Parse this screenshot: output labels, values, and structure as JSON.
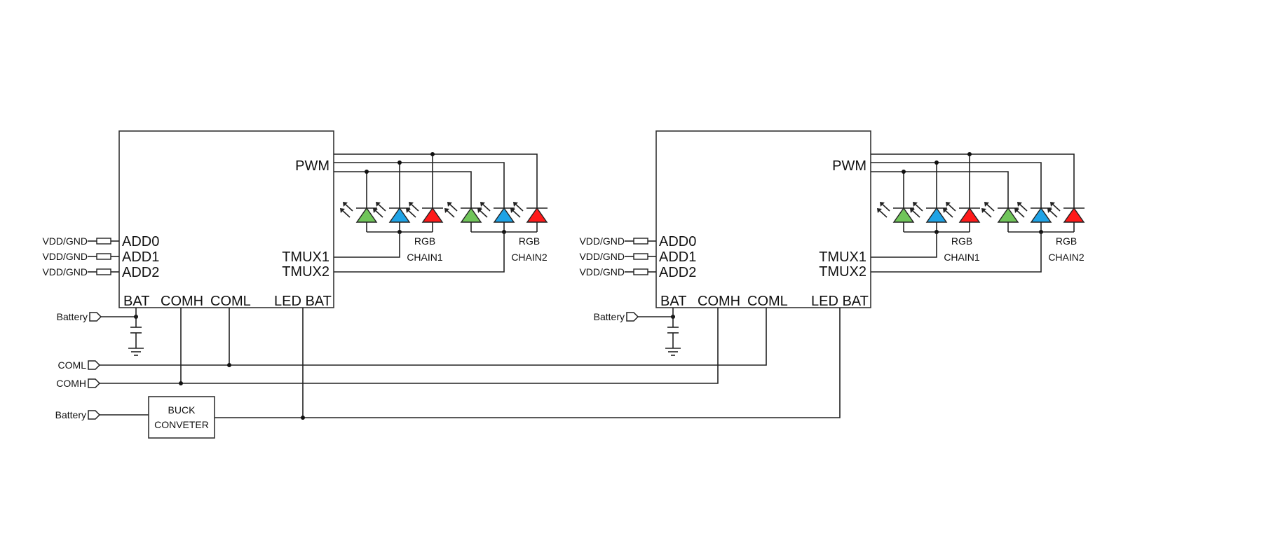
{
  "colors": {
    "green": "#70C55A",
    "blue": "#1FA3E6",
    "red": "#FF1A1A",
    "wire": "#222222"
  },
  "icons": [
    "led-icon",
    "port-icon",
    "pin-icon",
    "capacitor-icon",
    "ground-icon"
  ],
  "labels": {
    "vdd_gnd": "VDD/GND",
    "add0": "ADD0",
    "add1": "ADD1",
    "add2": "ADD2",
    "bat": "BAT",
    "comh": "COMH",
    "coml": "COML",
    "led_bat": "LED BAT",
    "pwm": "PWM",
    "tmux1": "TMUX1",
    "tmux2": "TMUX2",
    "rgb": "RGB",
    "chain1": "CHAIN1",
    "chain2": "CHAIN2",
    "battery": "Battery",
    "coml_port": "COML",
    "comh_port": "COMH",
    "battery_port": "Battery",
    "buck_line1": "BUCK",
    "buck_line2": "CONVETER"
  }
}
